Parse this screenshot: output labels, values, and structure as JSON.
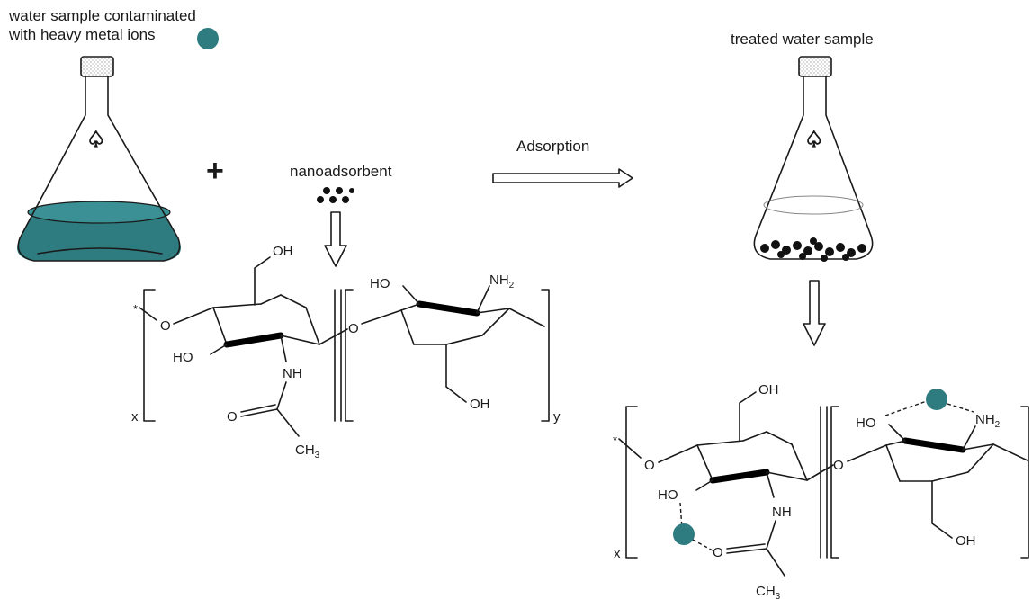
{
  "colors": {
    "contaminated_water": "#2e7c80",
    "metal_ion": "#2e7c80",
    "nanoparticle": "#111111",
    "line": "#1a1a1a"
  },
  "labels": {
    "contaminated_line1": "water sample contaminated",
    "contaminated_line2": "with heavy metal ions",
    "treated": "treated water sample",
    "nanoadsorbent": "nanoadsorbent",
    "adsorption": "Adsorption",
    "plus": "+"
  },
  "chem": {
    "oh": "OH",
    "ho": "HO",
    "nh": "NH",
    "nh2_main": "NH",
    "nh2_sub": "2",
    "ch3_main": "CH",
    "ch3_sub": "3",
    "o": "O",
    "star": "*",
    "x": "x",
    "y": "y"
  }
}
